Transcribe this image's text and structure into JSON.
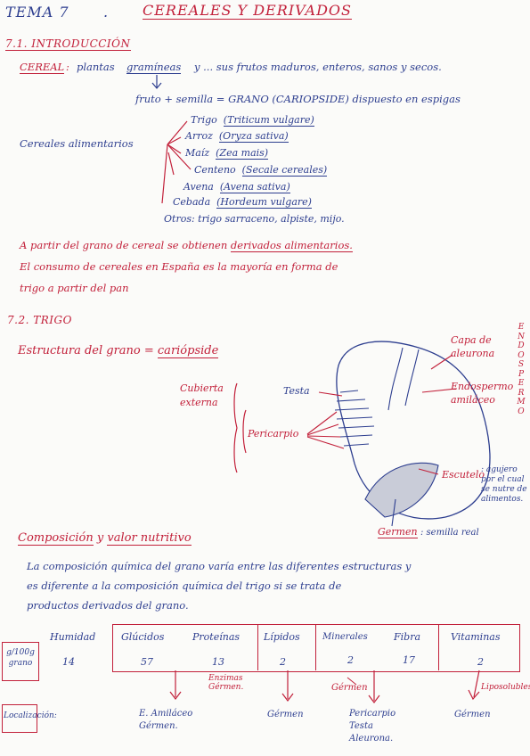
{
  "header": {
    "tema": "TEMA 7",
    "dot": ".",
    "title": "CEREALES Y DERIVADOS"
  },
  "section1": {
    "heading": "7.1. INTRODUCCIÓN",
    "cereal_label": "CEREAL",
    "cereal_colon": ":",
    "cereal_text_a": "plantas",
    "cereal_text_b": "gramíneas",
    "cereal_text_c": "y ... sus frutos maduros, enteros, sanos y secos.",
    "fruto_line": "fruto + semilla = GRANO (CARIOPSIDE) dispuesto en espigas",
    "alimentarios_label": "Cereales alimentarios",
    "cereals": [
      {
        "common": "Trigo",
        "latin": "(Triticum vulgare)"
      },
      {
        "common": "Arroz",
        "latin": "(Oryza sativa)"
      },
      {
        "common": "Maíz",
        "latin": "(Zea mais)"
      },
      {
        "common": "Centeno",
        "latin": "(Secale cereales)"
      },
      {
        "common": "Avena",
        "latin": "(Avena sativa)"
      },
      {
        "common": "Cebada",
        "latin": "(Hordeum vulgare)"
      }
    ],
    "otros": "Otros: trigo sarraceno, alpiste, mijo.",
    "para1_a": "A partir del grano de cereal se obtienen",
    "para1_b": "derivados alimentarios.",
    "para2_l1": "El consumo de cereales en España es la mayoría en forma de",
    "para2_l2": "trigo a partir del pan"
  },
  "section2": {
    "heading": "7.2. TRIGO",
    "estructura_a": "Estructura del grano =",
    "estructura_b": "cariópside",
    "diagram": {
      "cubierta": "Cubierta externa",
      "testa": "Testa",
      "pericarpio": "Pericarpio",
      "capa": "Capa de aleurona",
      "endospermo_amil": "Endospermo amiláceo",
      "endospermo_vertical": "ENDOSPERMO",
      "escutelo": "Escutelo",
      "escutelo_desc": ": agujero por el cual se nutre de alimentos.",
      "germen": "Germen",
      "germen_desc": ": semilla real"
    }
  },
  "section3": {
    "heading_a": "Composición",
    "heading_b": "y",
    "heading_c": "valor nutritivo",
    "para_l1": "La composición química del grano varía entre las diferentes estructuras y",
    "para_l2": "es diferente a la composición química del trigo si se trata de",
    "para_l3": "productos derivados del grano.",
    "unit_label": "g/100g grano",
    "localizacion_label": "Localización:",
    "table": {
      "headers": [
        "Humidad",
        "Glúcidos",
        "Proteínas",
        "Lípidos",
        "Minerales",
        "Fibra",
        "Vitaminas"
      ],
      "values": [
        "14",
        "57",
        "13",
        "2",
        "2",
        "17",
        "2"
      ]
    },
    "notes": {
      "proteinas_small": "Enzimas Gérmen.",
      "minerales_small": "Gérmen",
      "vitaminas_small": "Liposolubles"
    },
    "locations": {
      "glucidos": "E. Amiláceo Gérmen.",
      "lipidos": "Gérmen",
      "minerales": "Pericarpio Testa Aleurona.",
      "vitaminas": "Gérmen"
    }
  }
}
